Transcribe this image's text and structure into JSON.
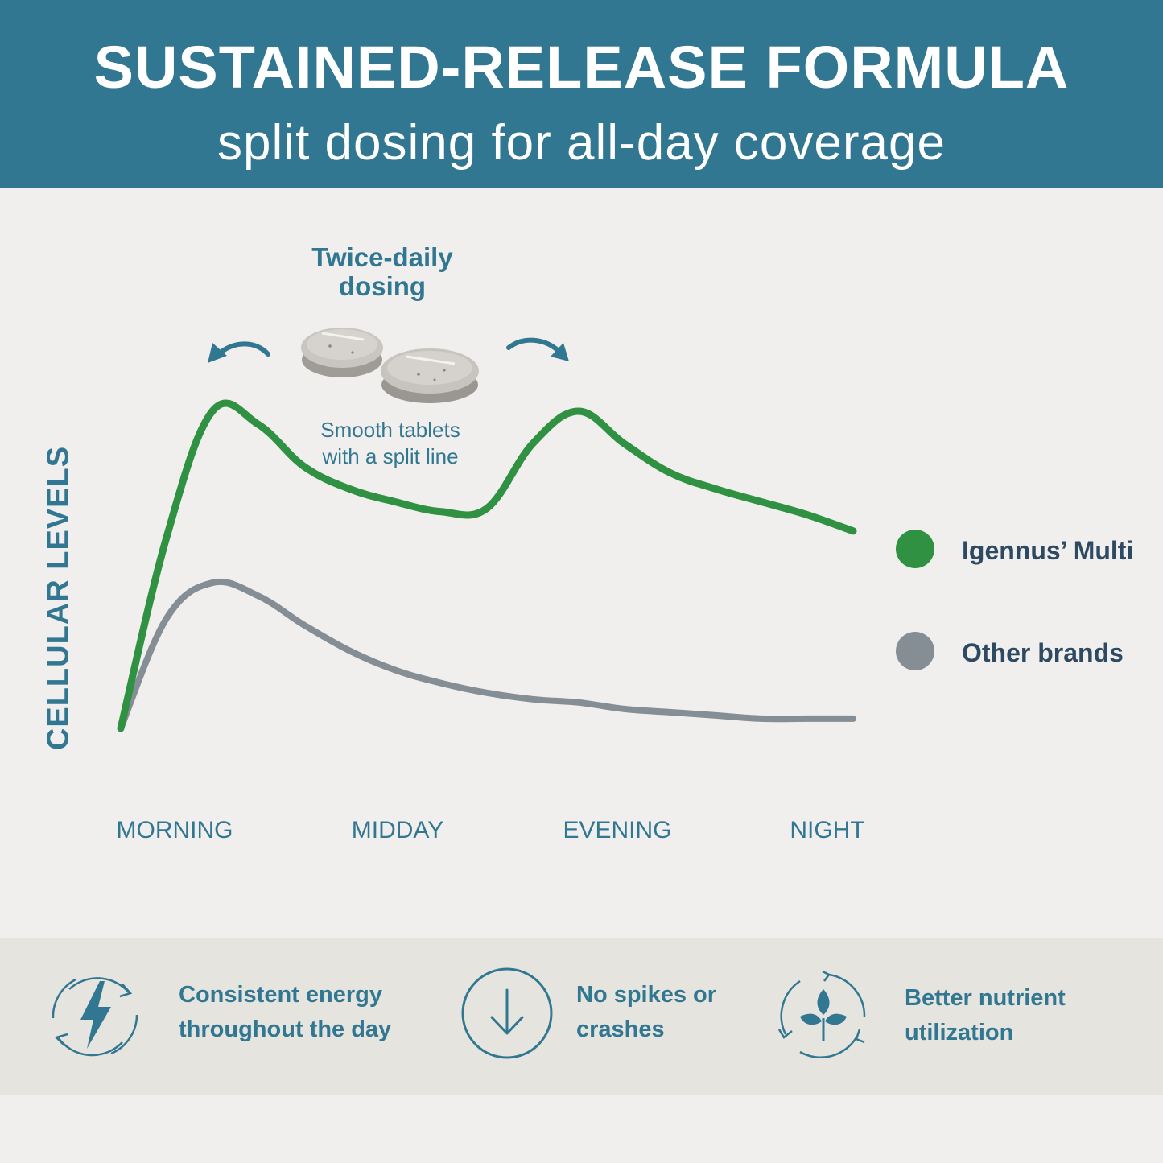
{
  "header": {
    "title": "SUSTAINED-RELEASE FORMULA",
    "subtitle": "split dosing for all-day coverage"
  },
  "annotation": {
    "title_line1": "Twice-daily",
    "title_line2": "dosing",
    "tablet_line1": "Smooth tablets",
    "tablet_line2": "with a split line"
  },
  "chart_data": {
    "type": "line",
    "ylabel": "CELLULAR  LEVELS",
    "categories": [
      "MORNING",
      "MIDDAY",
      "EVENING",
      "NIGHT"
    ],
    "x": [
      0,
      0.5,
      1,
      1.5,
      2,
      2.5,
      3,
      3.5,
      4,
      4.5,
      5,
      5.5,
      6,
      6.5,
      7,
      7.5,
      8
    ],
    "ylim": [
      0,
      100
    ],
    "grid": false,
    "legend_position": "right",
    "series": [
      {
        "name": "Igennus’ Multi",
        "color": "#2f9141",
        "values": [
          0,
          59,
          98,
          94,
          81,
          74,
          70,
          67,
          68,
          88,
          98,
          88,
          79,
          74,
          70,
          66,
          61
        ]
      },
      {
        "name": "Other brands",
        "color": "#858d95",
        "values": [
          0,
          34,
          45,
          41,
          32,
          24,
          18,
          14,
          11,
          9,
          8,
          6,
          5,
          4,
          3,
          3,
          3
        ]
      }
    ]
  },
  "features": [
    {
      "icon": "lightning-cycle-icon",
      "line1": "Consistent energy",
      "line2": "throughout the day"
    },
    {
      "icon": "down-arrow-circle-icon",
      "line1": "No spikes or",
      "line2": "crashes"
    },
    {
      "icon": "leaf-cycle-icon",
      "line1": "Better nutrient",
      "line2": "utilization"
    }
  ],
  "colors": {
    "accent": "#327791",
    "green": "#2f9141",
    "gray": "#858d95",
    "background": "#f0efed",
    "band": "#e6e4df"
  }
}
